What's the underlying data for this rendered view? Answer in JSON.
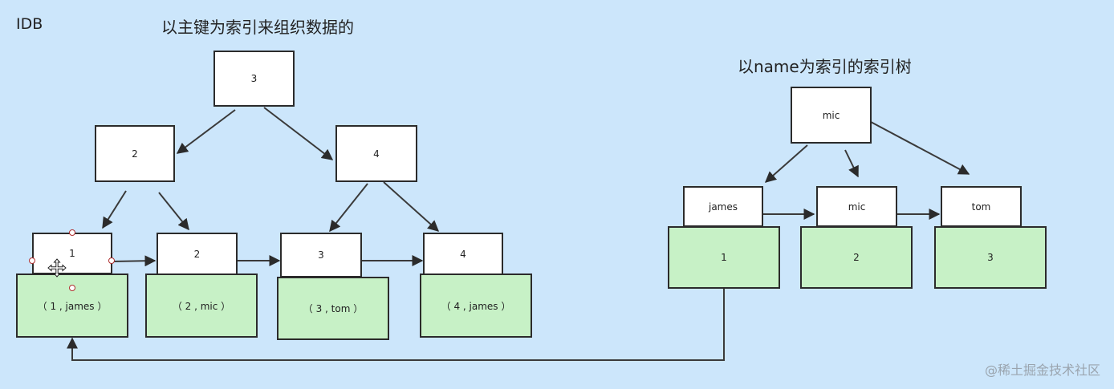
{
  "headings": {
    "idb_label": "IDB",
    "left_title": "以主键为索引来组织数据的",
    "right_title": "以name为索引的索引树"
  },
  "primary_tree": {
    "root": "3",
    "internal": [
      "2",
      "4"
    ],
    "leaves": [
      {
        "key": "1",
        "row": "（ 1 , james ）"
      },
      {
        "key": "2",
        "row": "（ 2 , mic ）"
      },
      {
        "key": "3",
        "row": "（ 3 , tom ）"
      },
      {
        "key": "4",
        "row": "（ 4 , james ）"
      }
    ]
  },
  "name_tree": {
    "root": "mic",
    "leaves": [
      {
        "key": "james",
        "value": "1"
      },
      {
        "key": "mic",
        "value": "2"
      },
      {
        "key": "tom",
        "value": "3"
      }
    ]
  },
  "watermark": "@稀土掘金技术社区",
  "colors": {
    "background": "#cce6fb",
    "node_fill": "#ffffff",
    "leaf_fill": "#c7f1c6",
    "stroke": "#2b2b2b",
    "selection_handle": "#b03030"
  },
  "icons": [
    "move-cursor-icon",
    "selection-handle"
  ]
}
